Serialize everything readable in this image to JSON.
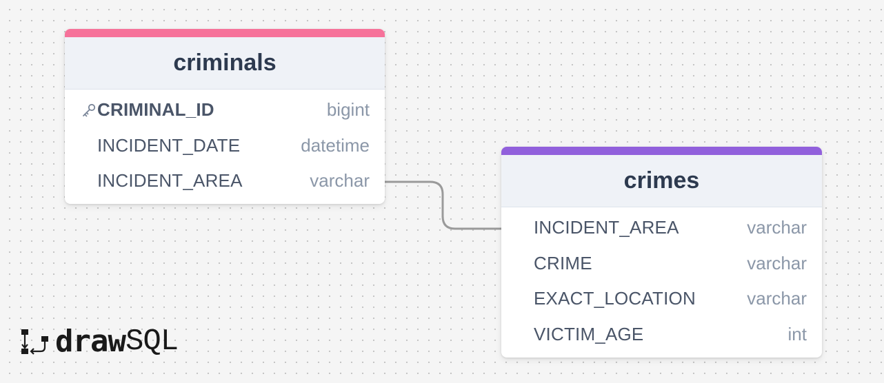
{
  "tables": [
    {
      "name": "criminals",
      "accent_color": "#f6729a",
      "columns": [
        {
          "name": "CRIMINAL_ID",
          "type": "bigint",
          "primary_key": true
        },
        {
          "name": "INCIDENT_DATE",
          "type": "datetime",
          "primary_key": false
        },
        {
          "name": "INCIDENT_AREA",
          "type": "varchar",
          "primary_key": false
        }
      ]
    },
    {
      "name": "crimes",
      "accent_color": "#9160dc",
      "columns": [
        {
          "name": "INCIDENT_AREA",
          "type": "varchar",
          "primary_key": false
        },
        {
          "name": "CRIME",
          "type": "varchar",
          "primary_key": false
        },
        {
          "name": "EXACT_LOCATION",
          "type": "varchar",
          "primary_key": false
        },
        {
          "name": "VICTIM_AGE",
          "type": "int",
          "primary_key": false
        }
      ]
    }
  ],
  "relationship": {
    "from": "criminals.INCIDENT_AREA",
    "to": "crimes.INCIDENT_AREA",
    "line_color": "#9a9a9a"
  },
  "logo": {
    "draw_text": "draw",
    "sql_text": "SQL",
    "icon": "drawsql-logo-icon"
  },
  "icons": {
    "primary_key": "key-icon"
  }
}
